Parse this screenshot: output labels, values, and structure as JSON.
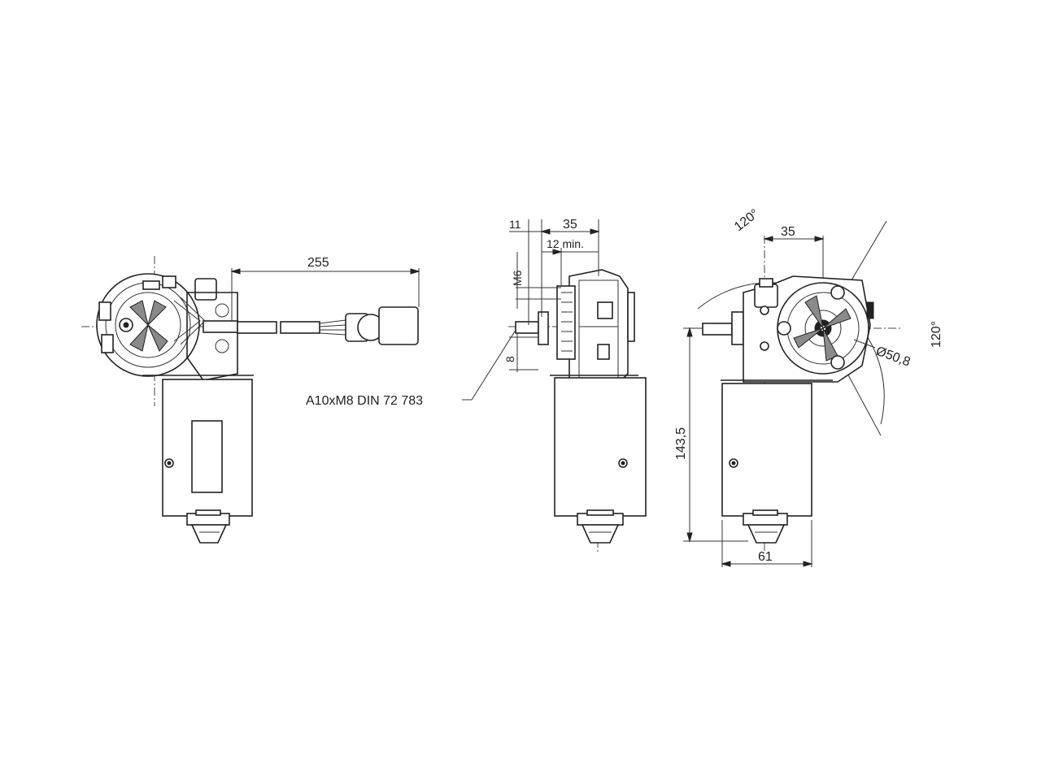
{
  "dimensions": {
    "cable_length": "255",
    "offset_11": "11",
    "width_35_side": "35",
    "min_12": "12 min.",
    "thread_m6": "M6",
    "dim_8": "8",
    "width_35_right": "35",
    "angle_top": "120°",
    "angle_right": "120°",
    "diameter": "Ø50,8",
    "height": "143,5",
    "width_61": "61"
  },
  "callout": {
    "shaft_spec": "A10xM8 DIN 72 783"
  }
}
